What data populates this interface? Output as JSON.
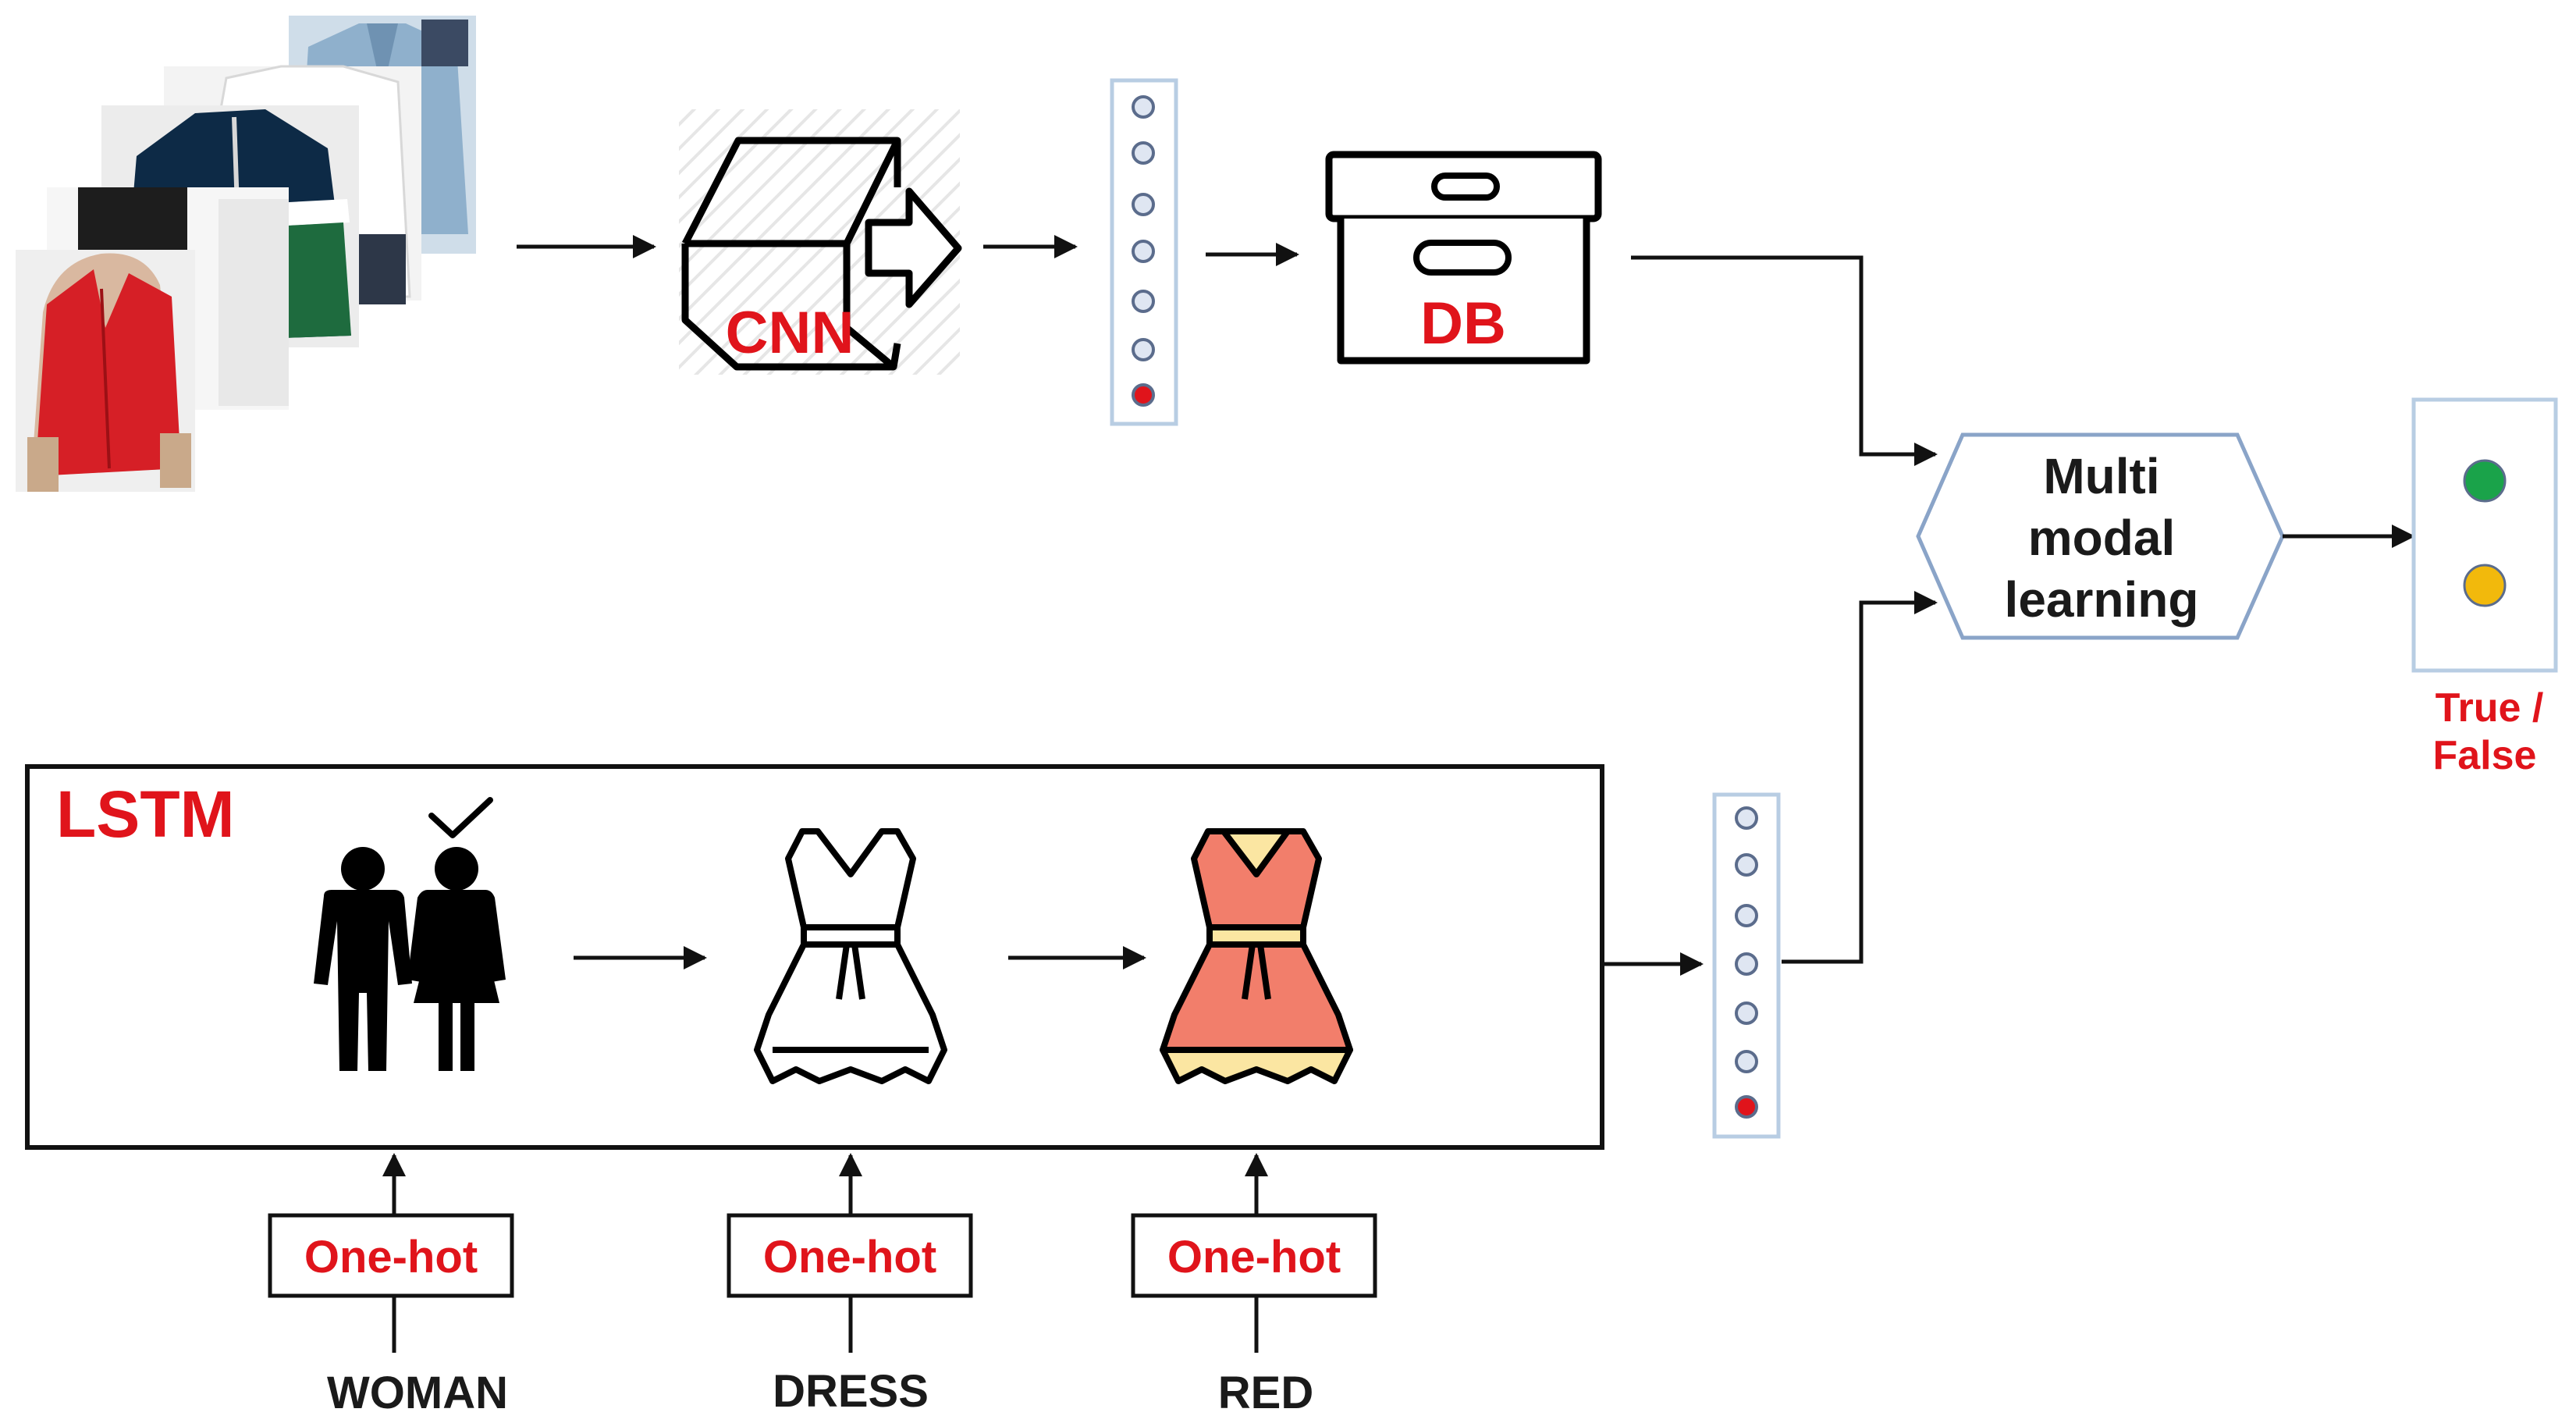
{
  "labels": {
    "cnn": "CNN",
    "db": "DB",
    "lstm": "LSTM",
    "multimodal_lines": [
      "Multi",
      "modal",
      "learning"
    ],
    "true_false_lines": [
      "True /",
      "False"
    ]
  },
  "one_hot_boxes": [
    "One-hot",
    "One-hot",
    "One-hot"
  ],
  "words": [
    "WOMAN",
    "DRESS",
    "RED"
  ],
  "colors": {
    "accent_red": "#e0141b",
    "dot_fill_light": "#dfe6f2",
    "dot_stroke": "#5b6c8c",
    "output_green": "#1aa34a",
    "output_yellow": "#f2b90c",
    "dress_coral": "#f27e6b",
    "dress_cream": "#fbe6a2",
    "vector_box_border": "#b8cde3",
    "multimodal_border": "#8aa4c8"
  },
  "icons": {
    "photos": "clothing-photo-stack",
    "cnn": "cnn-cube-icon",
    "db": "database-box-icon",
    "couple": "man-woman-couple-icon",
    "check": "checkmark-icon",
    "dress_outline": "dress-outline-icon",
    "dress_red": "red-dress-icon"
  }
}
